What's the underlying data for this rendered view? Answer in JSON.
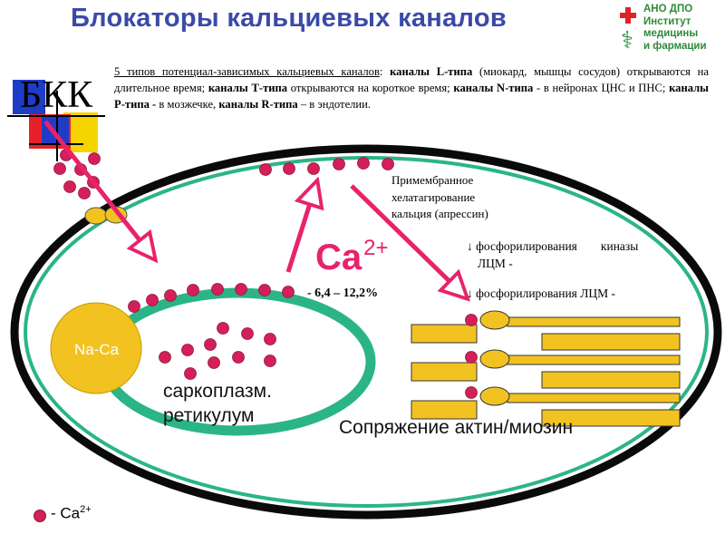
{
  "title": "Блокаторы кальциевых каналов",
  "logo": {
    "line1": "АНО ДПО",
    "line2": "Институт",
    "line3": "медицины",
    "line4": "и фармации",
    "cross_color": "#e0222b",
    "text_color": "#2d8a3a"
  },
  "bkk_label": "БКК",
  "info": {
    "lead": "5 типов потенциал-зависимых кальциевых каналов",
    "colon": ": ",
    "l_type": "каналы L-типа",
    "l_desc": " (миокард, мышцы сосудов) открываются на длительное время; ",
    "t_type": "каналы Т-типа",
    "t_desc": " открываются на короткое время; ",
    "n_type": "каналы N-типа",
    "n_desc": " - в нейронах ЦНС и ПНС; ",
    "p_type": "каналы Р-типа -",
    "p_desc": " в мозжечке, ",
    "r_type": "каналы R-типа",
    "r_desc": " – в эндотелии."
  },
  "apressin": {
    "line1": "Примембранное",
    "line2": "хелатагирование",
    "line3": "кальция (апрессин)"
  },
  "phos_kinase": {
    "text": "↓ фосфорилирования",
    "kinase": "киназы",
    "line2": "ЛЦМ -"
  },
  "phos_lcm": "↓ фосфорилирования ЛЦМ -",
  "ca_label": "Ca",
  "ca_charge": "2+",
  "percent": "- 6,4 – 12,2%",
  "na_ca": "Na-Ca",
  "sr": {
    "line1": "саркоплазм.",
    "line2": "ретикулум"
  },
  "actin": "Сопряжение актин/миозин",
  "legend": {
    "text": "- Ca",
    "charge": "2+"
  },
  "colors": {
    "title": "#3b4aa8",
    "membrane": "#0a0a0a",
    "cell_fill": "#ffffff",
    "green": "#2bb586",
    "gold": "#f2c320",
    "ca_dot": "#d41f58",
    "arrow": "#e8226b",
    "block_blue": "#1f3cc7",
    "block_red": "#e8202a",
    "block_yellow": "#f6d400"
  }
}
